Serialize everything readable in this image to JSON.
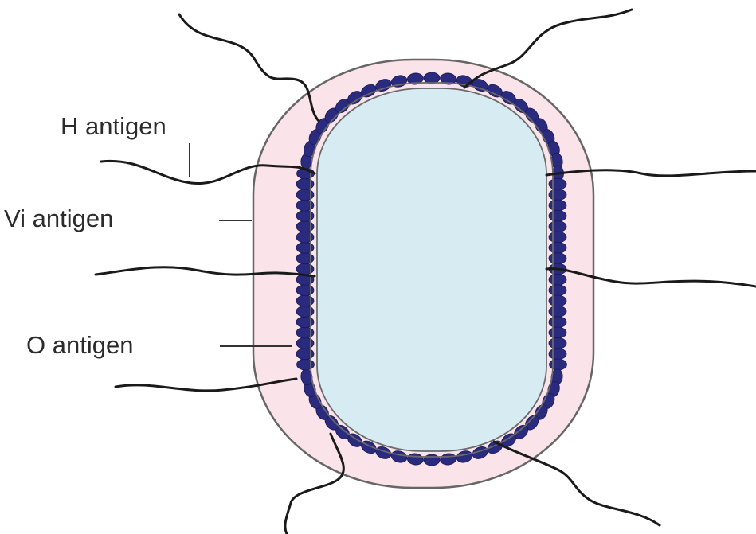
{
  "labels": {
    "h_antigen": "H antigen",
    "vi_antigen": "Vi antigen",
    "o_antigen": "O antigen"
  },
  "colors": {
    "capsule_fill": "#fbe3ea",
    "cytoplasm_fill": "#d6ecf2",
    "o_antigen_beads": "#2a2a7e",
    "flagella": "#1a1a1a",
    "outline": "#555555"
  },
  "icons": {
    "cell": "bacterium-cell-icon",
    "beads": "o-antigen-bead-layer-icon",
    "flagella": "flagella-icon"
  }
}
